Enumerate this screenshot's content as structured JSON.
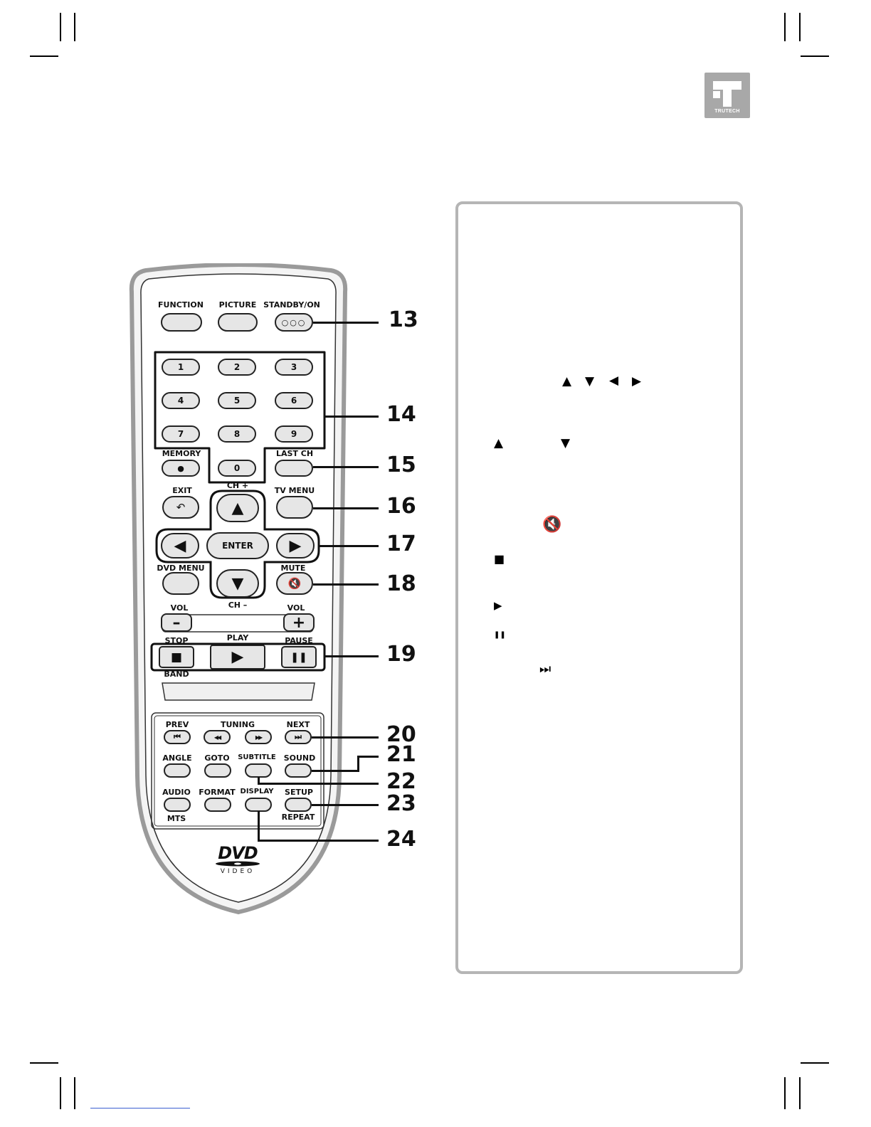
{
  "brand": {
    "logo_text": "TRUTECH"
  },
  "remote": {
    "buttons": {
      "function": "FUNCTION",
      "picture": "PICTURE",
      "standby": "STANDBY/ON",
      "standby_glyph": "○○○",
      "digits": [
        "1",
        "2",
        "3",
        "4",
        "5",
        "6",
        "7",
        "8",
        "9",
        "0"
      ],
      "memory": "MEMORY",
      "memory_glyph": "●",
      "last_ch": "LAST CH",
      "exit": "EXIT",
      "exit_glyph": "↶",
      "ch_plus": "CH +",
      "tv_menu": "TV MENU",
      "enter": "ENTER",
      "dvd_menu": "DVD MENU",
      "mute": "MUTE",
      "mute_glyph": "🔇",
      "ch_minus": "CH –",
      "vol_left": "VOL",
      "vol_right": "VOL",
      "vol_minus_glyph": "–",
      "vol_plus_glyph": "+",
      "stop": "STOP",
      "play": "PLAY",
      "pause": "PAUSE",
      "stop_glyph": "■",
      "play_glyph": "▶",
      "pause_glyph": "❚❚",
      "up_glyph": "▲",
      "down_glyph": "▼",
      "left_glyph": "◀",
      "right_glyph": "▶",
      "band": "BAND",
      "prev": "PREV",
      "tuning": "TUNING",
      "next": "NEXT",
      "prev_glyph": "⏮",
      "rew_glyph": "◀◀",
      "ff_glyph": "▶▶",
      "next_glyph": "⏭",
      "angle": "ANGLE",
      "goto": "GOTO",
      "subtitle": "SUBTITLE",
      "sound": "SOUND",
      "audio": "AUDIO",
      "format": "FORMAT",
      "display": "DISPLAY",
      "setup": "SETUP",
      "mts": "MTS",
      "repeat": "REPEAT"
    },
    "dvd_logo": {
      "main": "DVD",
      "sub": "VIDEO"
    }
  },
  "callouts": [
    "13",
    "14",
    "15",
    "16",
    "17",
    "18",
    "19",
    "20",
    "21",
    "22",
    "23",
    "24"
  ],
  "panel_symbols": {
    "up": "▲",
    "down": "▼",
    "left": "◀",
    "right": "▶",
    "up2": "▲",
    "down2": "▼",
    "mute": "🔇",
    "stop": "■",
    "play": "▶",
    "pause": "❚❚",
    "next": "⏭"
  }
}
